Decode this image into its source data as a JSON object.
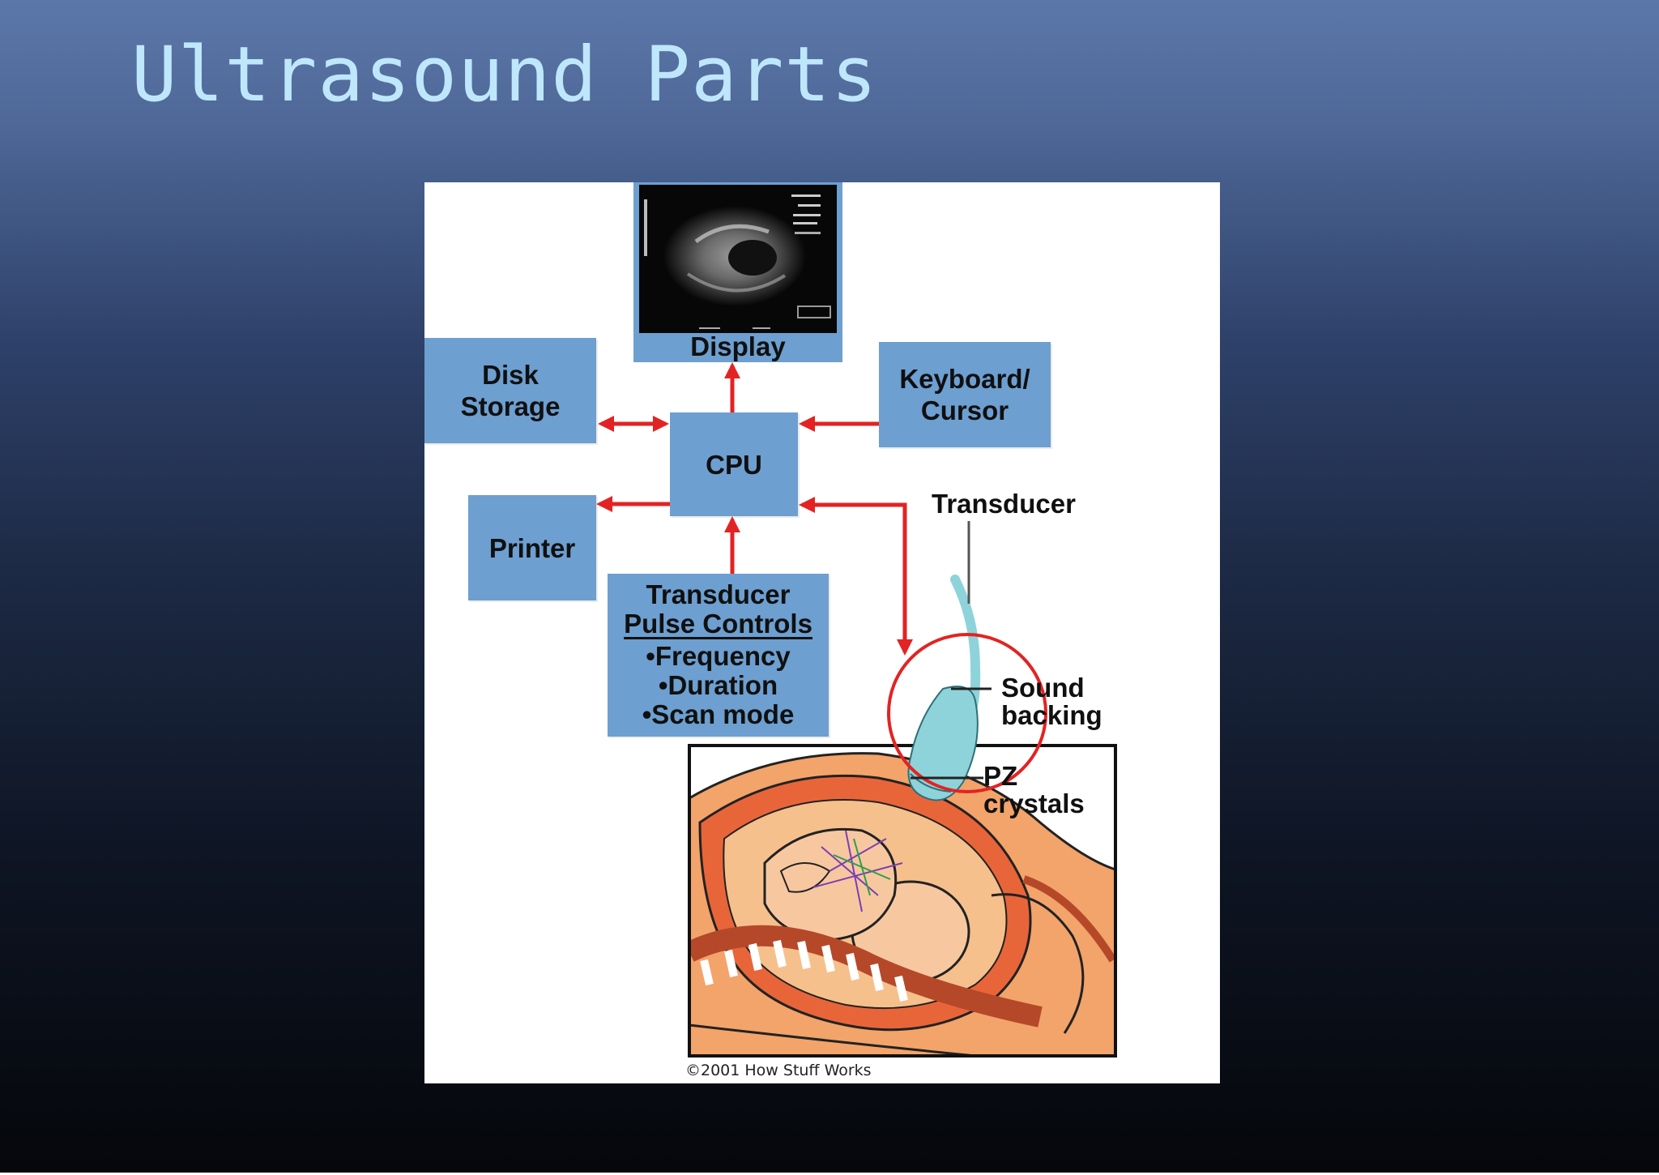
{
  "slide": {
    "title": "Ultrasound Parts"
  },
  "diagram": {
    "display_label": "Display",
    "disk_storage": [
      "Disk",
      "Storage"
    ],
    "keyboard_cursor": [
      "Keyboard/",
      "Cursor"
    ],
    "cpu": "CPU",
    "printer": "Printer",
    "pulse_controls": {
      "title": "Transducer",
      "subtitle": "Pulse Controls",
      "items": [
        "•Frequency",
        "•Duration",
        "•Scan mode"
      ]
    },
    "transducer_label": "Transducer",
    "sound_backing_label": [
      "Sound",
      "backing"
    ],
    "pz_crystals_label": [
      "PZ",
      "crystals"
    ],
    "copyright": "©2001 How Stuff Works"
  },
  "colors": {
    "box_fill": "#6d9fd0",
    "arrow": "#e32323",
    "title_text": "#bfe7fb",
    "skin": "#f2a46a",
    "uterus": "#e8653a",
    "transducer": "#8fd3da"
  }
}
